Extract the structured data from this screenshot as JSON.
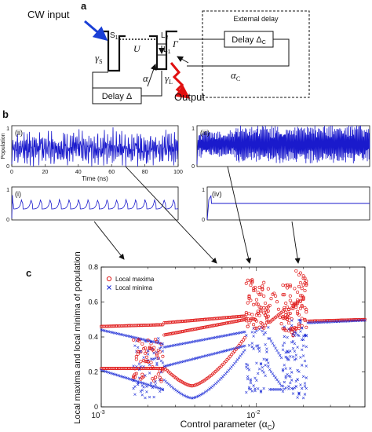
{
  "panel_labels": {
    "a": "a",
    "b": "b",
    "c": "c"
  },
  "diagram_a": {
    "cw_input": "CW input",
    "s1": "S",
    "s1_sub": "1",
    "u": "U",
    "l2": "L",
    "l2_sub": "2",
    "l1": "L",
    "l1_sub": "1",
    "gamma_big": "Γ",
    "gamma_s": "γ",
    "gamma_s_sub": "S",
    "alpha": "α",
    "gamma_l": "γ",
    "gamma_l_sub": "L",
    "output": "Output",
    "delay_left": "Delay Δ",
    "external_delay": "External delay",
    "delay_c": "Delay Δ",
    "delay_c_sub": "C",
    "alpha_c": "α",
    "alpha_c_sub": "C",
    "colors": {
      "cw_arrow": "#1a3fd6",
      "output_arrow": "#e01010"
    }
  },
  "panel_b": {
    "ii": {
      "label": "(ii)",
      "ylabel": "Population",
      "xlabel": "Time (ns)",
      "xticks": [
        "0",
        "20",
        "40",
        "60",
        "80",
        "100"
      ],
      "yticks": [
        "0",
        "1"
      ]
    },
    "iii": {
      "label": "(iii)",
      "yticks": [
        "0",
        "1"
      ]
    },
    "i": {
      "label": "(i)",
      "yticks": [
        "0",
        "1"
      ]
    },
    "iv": {
      "label": "(iv)",
      "yticks": [
        "0",
        "1"
      ]
    },
    "trace_color": "#1a1acc"
  },
  "chart_data": {
    "type": "scatter",
    "ylabel": "Local maxima and local minima of population",
    "xlabel": "Control parameter (α",
    "xlabel_sub": "C",
    "xlabel_end": ")",
    "xscale": "log",
    "xlim": [
      0.001,
      0.05
    ],
    "ylim": [
      0,
      0.8
    ],
    "xticks": [
      {
        "value": 0.001,
        "base": "10",
        "exp": "-3"
      },
      {
        "value": 0.01,
        "base": "10",
        "exp": "-2"
      }
    ],
    "yticks": [
      "0",
      "0.2",
      "0.4",
      "0.6",
      "0.8"
    ],
    "legend_position": "top-left",
    "series": [
      {
        "name": "Local maxima",
        "marker": "circle",
        "color": "#e01a1a"
      },
      {
        "name": "Local minima",
        "marker": "x",
        "color": "#1a2ad6"
      }
    ]
  }
}
